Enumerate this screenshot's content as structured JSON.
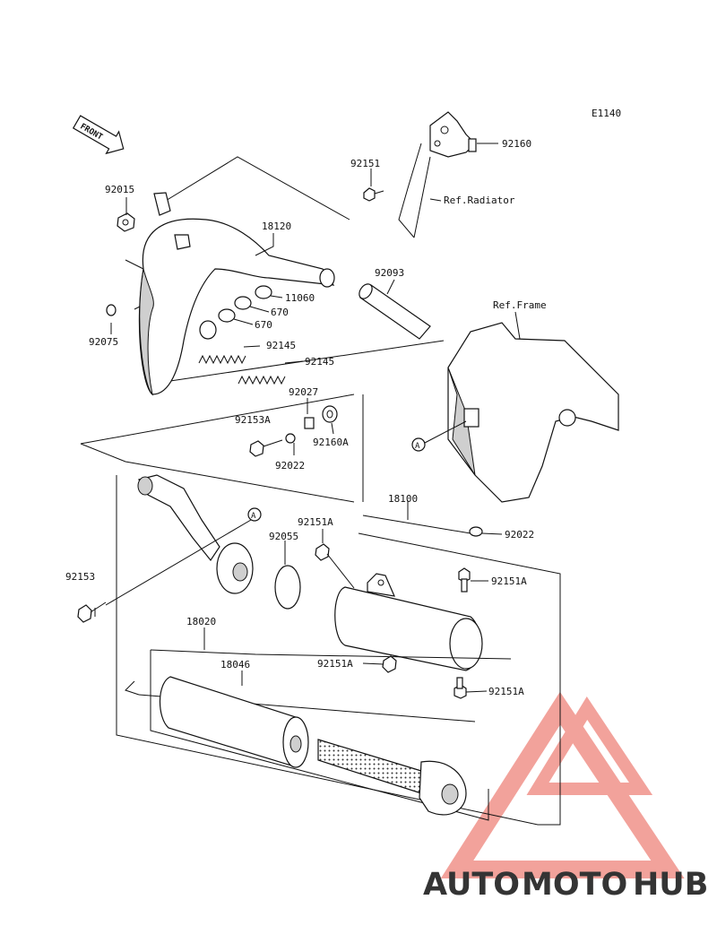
{
  "diagram_code": "E1140",
  "front_label": "FRONT",
  "callout_A": "A",
  "refs": {
    "radiator": "Ref.Radiator",
    "frame": "Ref.Frame"
  },
  "parts": {
    "p92015": "92015",
    "p92075": "92075",
    "p18120": "18120",
    "p11060": "11060",
    "p670a": "670",
    "p670b": "670",
    "p92145a": "92145",
    "p92145b": "92145",
    "p92093": "92093",
    "p92151": "92151",
    "p92160": "92160",
    "p92027": "92027",
    "p92153A": "92153A",
    "p92160A": "92160A",
    "p92022a": "92022",
    "p18100": "18100",
    "p92022b": "92022",
    "p92151Aa": "92151A",
    "p92055": "92055",
    "p92153": "92153",
    "p92151Ab": "92151A",
    "p92151Ac": "92151A",
    "p92151Ad": "92151A",
    "p18020": "18020",
    "p18046": "18046"
  },
  "watermark": {
    "part1": "AUTO",
    "part2": "MOTO",
    "part3": "HUB",
    "color_orange": "#f7c28a",
    "color_red": "#f0928a",
    "color_gray": "#8c8c8c"
  }
}
